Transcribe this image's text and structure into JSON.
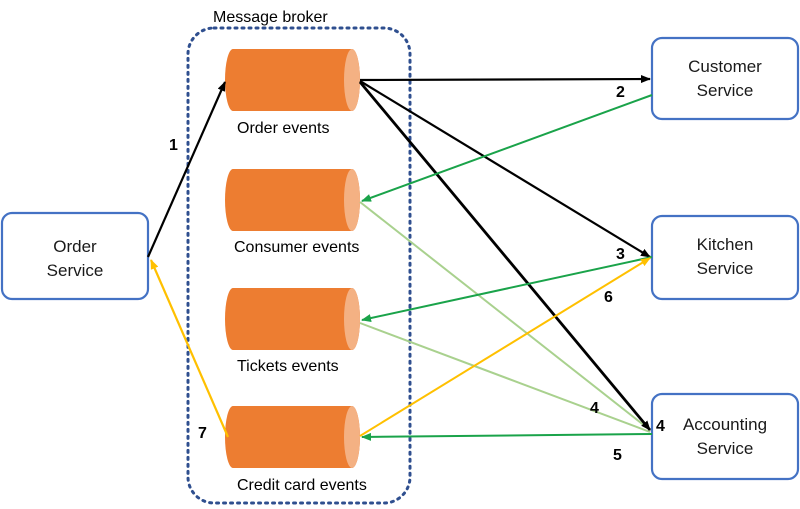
{
  "broker": {
    "title": "Message broker"
  },
  "services": {
    "order": {
      "line1": "Order",
      "line2": "Service"
    },
    "customer": {
      "line1": "Customer",
      "line2": "Service"
    },
    "kitchen": {
      "line1": "Kitchen",
      "line2": "Service"
    },
    "accounting": {
      "line1": "Accounting",
      "line2": "Service"
    }
  },
  "channels": {
    "order_events": "Order events",
    "consumer_events": "Consumer events",
    "tickets_events": "Tickets events",
    "credit_card_events": "Credit card events"
  },
  "steps": {
    "s1": "1",
    "s2": "2",
    "s3": "3",
    "s4a": "4",
    "s4b": "4",
    "s5": "5",
    "s6": "6",
    "s7": "7"
  },
  "colors": {
    "service_border": "#4472C4",
    "broker_border": "#2F4F8F",
    "cylinder_body": "#ED7D31",
    "cylinder_cap": "#F4B183",
    "arrow_black": "#000000",
    "arrow_green": "#1AA34A",
    "arrow_light_green": "#A9D18E",
    "arrow_yellow": "#FFC000"
  }
}
